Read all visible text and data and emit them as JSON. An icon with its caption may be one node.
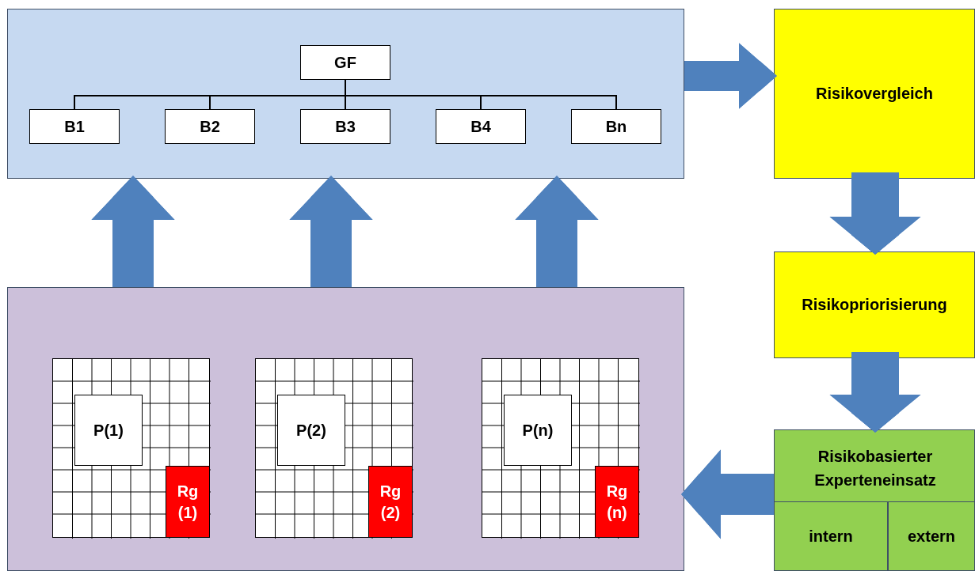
{
  "diagram": {
    "nodes": [
      {
        "text": [],
        "shape": "box"
      },
      {
        "text": [
          "GF"
        ],
        "in": 0
      },
      {
        "text": [
          "B1"
        ],
        "in": 0
      },
      {
        "text": [
          "B2"
        ],
        "in": 0
      },
      {
        "text": [
          "B3"
        ],
        "in": 0
      },
      {
        "text": [
          "B4"
        ],
        "in": 0
      },
      {
        "text": [
          "Bn"
        ],
        "in": 0
      },
      {
        "text": [
          "Risikovergleich"
        ]
      },
      {
        "text": [
          "Risikopriorisierung"
        ]
      },
      {
        "text": [
          "Risikobasierter Experteneinsatz"
        ]
      },
      {
        "text": [
          "intern"
        ],
        "in": 9
      },
      {
        "text": [
          "extern"
        ],
        "in": 9
      },
      {
        "text": [],
        "shape": "box"
      },
      {
        "text": [],
        "shape": "grid",
        "in": 12
      },
      {
        "text": [
          "P(1)"
        ],
        "in": 13
      },
      {
        "text": [
          "Rg (1)"
        ],
        "in": 13
      },
      {
        "text": [],
        "shape": "grid",
        "in": 12
      },
      {
        "text": [
          "P(2)"
        ],
        "in": 16
      },
      {
        "text": [
          "Rg (2)"
        ],
        "in": 16
      },
      {
        "text": [],
        "shape": "grid",
        "in": 12
      },
      {
        "text": [
          "P(n)"
        ],
        "in": 19
      },
      {
        "text": [
          "Rg (n)"
        ],
        "in": 19
      }
    ],
    "edges": [
      {
        "from": 1,
        "to": 2,
        "arrow": "none",
        "color": "#000000"
      },
      {
        "from": 1,
        "to": 3,
        "arrow": "none",
        "color": "#000000"
      },
      {
        "from": 1,
        "to": 4,
        "arrow": "none",
        "color": "#000000"
      },
      {
        "from": 1,
        "to": 5,
        "arrow": "none",
        "color": "#000000"
      },
      {
        "from": 1,
        "to": 6,
        "arrow": "none",
        "color": "#000000"
      },
      {
        "from": 0,
        "to": 7,
        "arrow": "to",
        "color": "#4f81bd"
      },
      {
        "from": 7,
        "to": 8,
        "arrow": "to",
        "color": "#4f81bd"
      },
      {
        "from": 8,
        "to": 9,
        "arrow": "to",
        "color": "#4f81bd"
      },
      {
        "from": 9,
        "to": 12,
        "arrow": "to",
        "color": "#4f81bd"
      },
      {
        "from": 12,
        "to": 0,
        "arrow": "to",
        "color": "#4f81bd"
      },
      {
        "from": 12,
        "to": 0,
        "arrow": "to",
        "color": "#4f81bd"
      },
      {
        "from": 12,
        "to": 0,
        "arrow": "to",
        "color": "#4f81bd"
      }
    ]
  }
}
